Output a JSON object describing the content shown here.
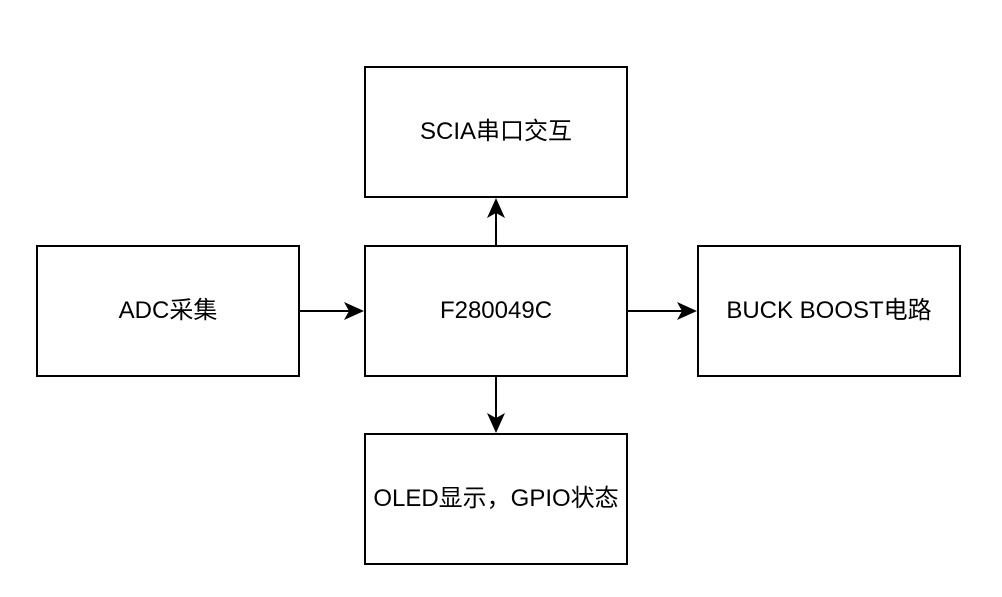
{
  "diagram": {
    "nodes": {
      "sci": {
        "label": "SCIA串口交互"
      },
      "adc": {
        "label": "ADC采集"
      },
      "mcu": {
        "label": "F280049C"
      },
      "buck": {
        "label": "BUCK BOOST电路"
      },
      "oled": {
        "label": "OLED显示，GPIO状态"
      }
    },
    "edges": [
      {
        "from": "adc",
        "to": "mcu"
      },
      {
        "from": "mcu",
        "to": "sci"
      },
      {
        "from": "mcu",
        "to": "buck"
      },
      {
        "from": "mcu",
        "to": "oled"
      }
    ],
    "colors": {
      "stroke": "#000000",
      "fill": "#ffffff"
    }
  }
}
